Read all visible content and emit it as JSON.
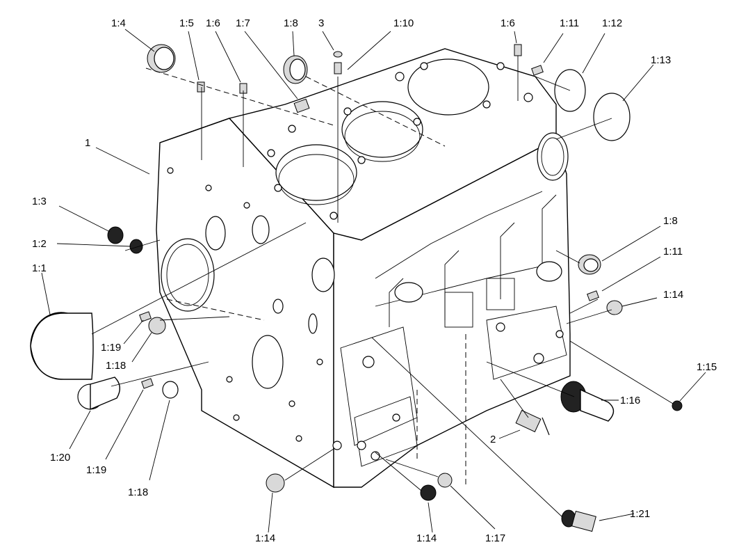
{
  "diagram": {
    "callouts": [
      {
        "id": "c-1-4",
        "label": "1:4"
      },
      {
        "id": "c-1-5",
        "label": "1:5"
      },
      {
        "id": "c-1-6a",
        "label": "1:6"
      },
      {
        "id": "c-1-7",
        "label": "1:7"
      },
      {
        "id": "c-1-8a",
        "label": "1:8"
      },
      {
        "id": "c-3",
        "label": "3"
      },
      {
        "id": "c-1-10",
        "label": "1:10"
      },
      {
        "id": "c-1-6b",
        "label": "1:6"
      },
      {
        "id": "c-1-11a",
        "label": "1:11"
      },
      {
        "id": "c-1-12",
        "label": "1:12"
      },
      {
        "id": "c-1-13",
        "label": "1:13"
      },
      {
        "id": "c-1",
        "label": "1"
      },
      {
        "id": "c-1-3",
        "label": "1:3"
      },
      {
        "id": "c-1-2",
        "label": "1:2"
      },
      {
        "id": "c-1-1",
        "label": "1:1"
      },
      {
        "id": "c-1-8b",
        "label": "1:8"
      },
      {
        "id": "c-1-11b",
        "label": "1:11"
      },
      {
        "id": "c-1-14a",
        "label": "1:14"
      },
      {
        "id": "c-1-19a",
        "label": "1:19"
      },
      {
        "id": "c-1-18a",
        "label": "1:18"
      },
      {
        "id": "c-1-15",
        "label": "1:15"
      },
      {
        "id": "c-1-16",
        "label": "1:16"
      },
      {
        "id": "c-2",
        "label": "2"
      },
      {
        "id": "c-1-20",
        "label": "1:20"
      },
      {
        "id": "c-1-19b",
        "label": "1:19"
      },
      {
        "id": "c-1-18b",
        "label": "1:18"
      },
      {
        "id": "c-1-21",
        "label": "1:21"
      },
      {
        "id": "c-1-14b",
        "label": "1:14"
      },
      {
        "id": "c-1-14c",
        "label": "1:14"
      },
      {
        "id": "c-1-17",
        "label": "1:17"
      }
    ]
  }
}
